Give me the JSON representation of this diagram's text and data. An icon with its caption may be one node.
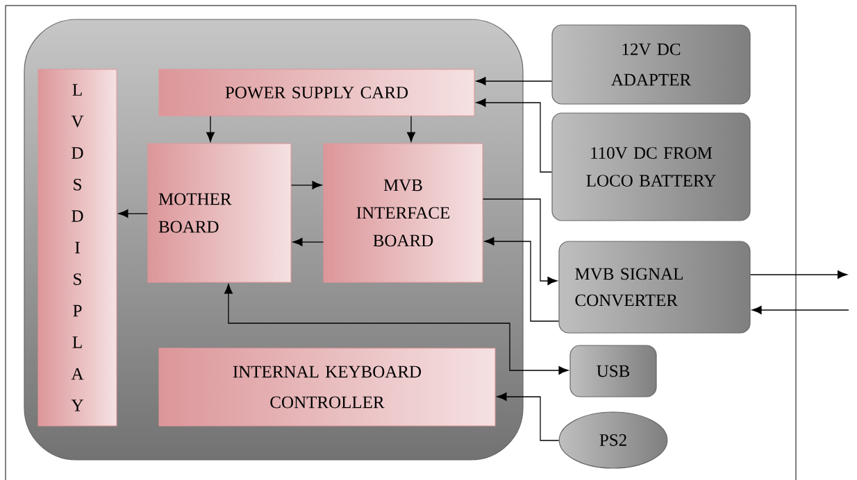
{
  "diagram": {
    "nodes": [
      {
        "text": [],
        "shape": "box"
      },
      {
        "text": [
          "L V D S D I S P L A Y"
        ],
        "in": 0
      },
      {
        "text": [
          "POWER SUPPLY CARD"
        ],
        "in": 0
      },
      {
        "text": [
          "MOTHER BOARD"
        ],
        "in": 0
      },
      {
        "text": [
          "MVB INTERFACE BOARD"
        ],
        "in": 0
      },
      {
        "text": [
          "INTERNAL KEYBOARD CONTROLLER"
        ],
        "in": 0
      },
      {
        "text": [
          "12V DC ADAPTER"
        ]
      },
      {
        "text": [
          "110V DC FROM LOCO BATTERY"
        ]
      },
      {
        "text": [
          "MVB SIGNAL CONVERTER"
        ]
      },
      {
        "text": [
          "USB"
        ]
      },
      {
        "text": [
          "PS2"
        ]
      }
    ],
    "edges": [
      {
        "from": 2,
        "to": 3,
        "arrow": "to"
      },
      {
        "from": 2,
        "to": 4,
        "arrow": "to"
      },
      {
        "from": 3,
        "to": 1,
        "arrow": "to"
      },
      {
        "from": 3,
        "to": 4,
        "arrow": "to"
      },
      {
        "from": 4,
        "to": 3,
        "arrow": "to"
      },
      {
        "from": 6,
        "to": 2,
        "arrow": "to"
      },
      {
        "from": 7,
        "to": 2,
        "arrow": "to"
      },
      {
        "from": 4,
        "to": 8,
        "arrow": "to"
      },
      {
        "from": 8,
        "to": 4,
        "arrow": "to"
      },
      {
        "from": 3,
        "to": 9,
        "arrow": "both"
      },
      {
        "from": 10,
        "to": 5,
        "arrow": "to"
      },
      {
        "from": 8,
        "to": null,
        "arrow": "to"
      },
      {
        "from": null,
        "to": 8,
        "arrow": "to"
      }
    ]
  }
}
